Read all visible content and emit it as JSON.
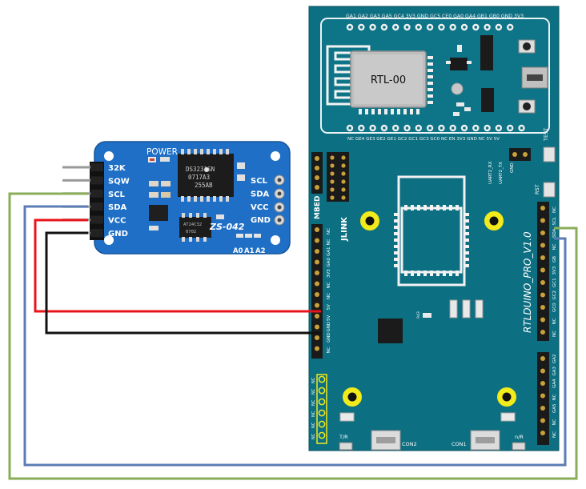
{
  "rtc_module": {
    "name": "ZS-042",
    "power_label": "POWER",
    "chip_text": [
      "DS3231SN",
      "0717A3",
      "255AB"
    ],
    "eeprom_text": [
      "AT24C32",
      "0702"
    ],
    "pins_left": [
      "32K",
      "SQW",
      "SCL",
      "SDA",
      "VCC",
      "GND"
    ],
    "pins_right": [
      "SCL",
      "SDA",
      "VCC",
      "GND"
    ],
    "address_pins": [
      "A0",
      "A1",
      "A2"
    ]
  },
  "board": {
    "name": "RTLDUINO_PRO_V1.0",
    "rtl_label": "RTL-00",
    "top_header": "GA1 GA2 GA3 GA5 GC4 3V3 GND GC5 CE0 GA0 GA4 GB1 GB0 GND 3V3",
    "bottom_header": "NC GE4 GE3 GE2 GE1 GC2 GC1 GC3 GC0 NC EN 3V3 GND NC 5V 5V",
    "labels": {
      "mbed": "MBED",
      "jlink": "JLINK",
      "test": "TEST",
      "rst": "RST",
      "uart2_rx": "UART2_RX",
      "uart2_tx": "UART2_TX",
      "gnd": "GND",
      "con1": "CON1",
      "con2": "CON2",
      "tr": "T/R",
      "nr": "n/R",
      "r43": "R43"
    },
    "left_header": [
      "NC",
      "NC",
      "GA1",
      "GA0",
      "3V3",
      "NC",
      "NC",
      "5V",
      "5V",
      "GND",
      "GND",
      "NC"
    ],
    "right_header_top": [
      "NC",
      "SCL",
      "SDA",
      "NC",
      "GB",
      "3V3",
      "GC1",
      "GC2",
      "GC0",
      "NC",
      "NC"
    ],
    "right_header_bottom": [
      "GA2",
      "GA3",
      "GA4",
      "NC",
      "GA5",
      "NC",
      "NC"
    ],
    "small_header": [
      "NC",
      "NC",
      "NC",
      "NC",
      "NC",
      "NC"
    ]
  },
  "wires": [
    {
      "from": "SCL",
      "to": "SCL",
      "color": "#8aae58"
    },
    {
      "from": "SDA",
      "to": "SDA",
      "color": "#5b7db5"
    },
    {
      "from": "VCC",
      "to": "5V",
      "color": "#e8141b"
    },
    {
      "from": "GND",
      "to": "GND",
      "color": "#111111"
    }
  ],
  "colors": {
    "board": "#0d6f82",
    "board_dark": "#07505e",
    "board_light": "#3b8d9c",
    "rtc_blue": "#1f6fc6",
    "rtc_dark": "#15549a"
  }
}
